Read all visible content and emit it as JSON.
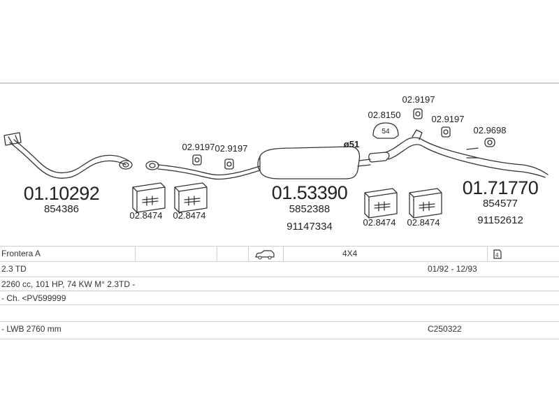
{
  "parts": {
    "front_pipe": {
      "code": "01.10292",
      "oem": "854386"
    },
    "middle_silencer": {
      "code": "01.53390",
      "oem1": "5852388",
      "oem2": "91147334"
    },
    "rear_silencer": {
      "code": "01.71770",
      "oem1": "854577",
      "oem2": "91152612"
    }
  },
  "fittings": {
    "clamp_a": "02.8474",
    "clamp_b": "02.8474",
    "clamp_c": "02.8474",
    "clamp_d": "02.8474",
    "hanger_1": "02.9197",
    "hanger_2": "02.9197",
    "hanger_3": "02.9197",
    "hanger_4": "02.9197",
    "ring": "02.8150",
    "ring_inner": "54",
    "hanger_5": "02.9698",
    "diameter": "ø51"
  },
  "vehicle": {
    "model": "Frontera A",
    "drive": "4X4",
    "engine": "2.3 TD",
    "period": "01/92 - 12/93",
    "specs": "2260 cc, 101 HP, 74 KW M° 2.3TD -",
    "chassis": "- Ch. <PV599999",
    "wheelbase": "- LWB 2760 mm",
    "catalog": "C250322"
  },
  "icons": [
    "car-icon",
    "door-count-icon"
  ],
  "colors": {
    "line": "#333333",
    "border": "#cfcfcf"
  }
}
